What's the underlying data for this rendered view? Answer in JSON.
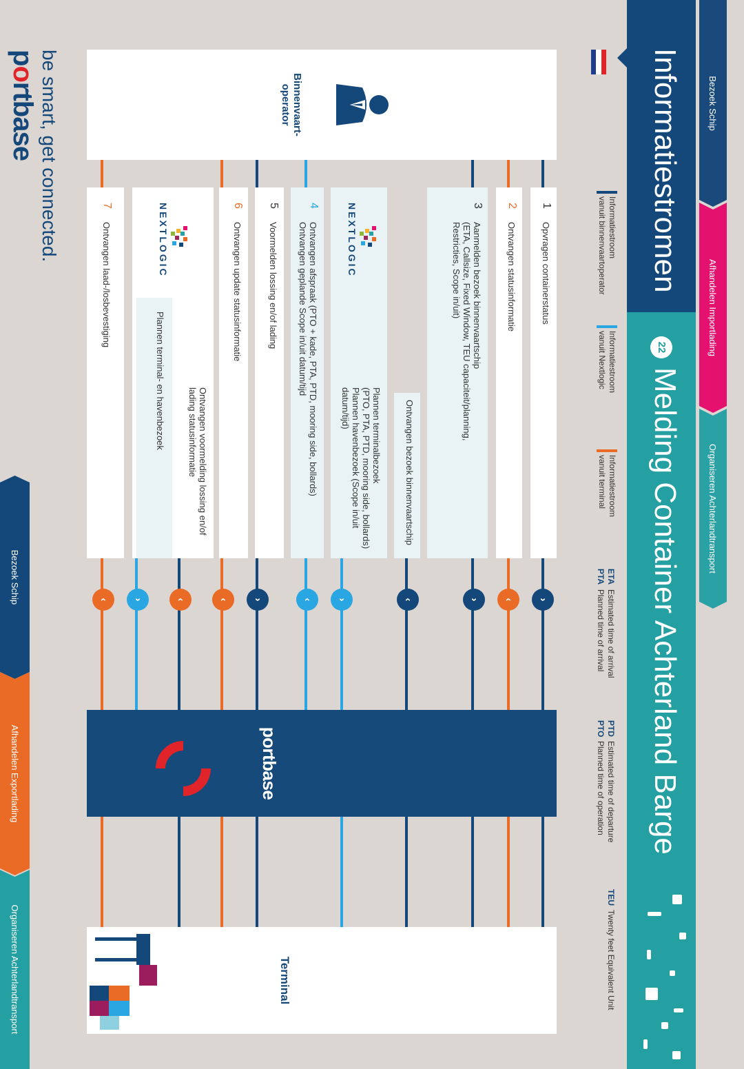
{
  "phases_top": [
    "Bezoek Schip",
    "Afhandelen Importlading",
    "Organiseren Achterlandtransport"
  ],
  "phases_bottom": [
    "Bezoek Schip",
    "Afhandelen Exportlading",
    "Organiseren Achterlandtransport"
  ],
  "header": {
    "left_title": "Informatiestromen",
    "badge": "22",
    "right_title": "Melding Container Achterland Barge"
  },
  "legend": [
    {
      "line1": "Informatiestroom",
      "line2": "vanuit binnenvaartoperator",
      "color": "#15487a"
    },
    {
      "line1": "Informatiestroom",
      "line2": "vanuit Nextlogic",
      "color": "#2aa7e2"
    },
    {
      "line1": "Informatiestroom",
      "line2": "vanuit terminal",
      "color": "#e96b25"
    }
  ],
  "abbreviations": [
    {
      "abbr": "ETA",
      "text": "Estimated time of arrival"
    },
    {
      "abbr": "PTA",
      "text": "Planned time of arrival"
    },
    {
      "abbr": "PTD",
      "text": "Estimated time of departure"
    },
    {
      "abbr": "PTO",
      "text": "Planned time of operation"
    },
    {
      "abbr": "TEU",
      "text": "Twenty feet Equivalent Unit"
    }
  ],
  "actors": {
    "binnenvaart": "Binnenvaart-\noperator",
    "portbase": "portbase",
    "terminal": "Terminal",
    "nextlogic": "NEXTLOGIC"
  },
  "steps": [
    {
      "num": "1",
      "text": "Opvragen containerstatus"
    },
    {
      "num": "2",
      "text": "Ontvangen statusinformatie"
    },
    {
      "num": "3",
      "text": "Aanmelden bezoek binnenvaartschip\n(ETA, Callsize, Fixed Window, TEU capaciteit/planning,\nRestricties, Scope in/uit)"
    },
    {
      "num": "",
      "text": "Ontvangen bezoek binnenvaartschip"
    },
    {
      "num": "",
      "text": "Plannen terminalbezoek\n(PTO, PTA, PTD, mooring side, bollards)\nPlannen havenbezoek (Scope in/uit datum/tijd)"
    },
    {
      "num": "4",
      "text": "Ontvangen afspraak (PTO + kade, PTA, PTD, mooring side, bollards)\nOntvangen geplande Scope in/uit datum/tijd"
    },
    {
      "num": "5",
      "text": "Voormelden lossing en/of lading"
    },
    {
      "num": "6",
      "text": "Ontvangen update statusinformatie"
    },
    {
      "num": "",
      "text": "Ontvangen voormelding lossing en/of\nlading statusinformatie"
    },
    {
      "num": "",
      "text": "Plannen terminal- en havenbezoek"
    },
    {
      "num": "7",
      "text": "Ontvangen laad-/losbevestiging"
    }
  ],
  "footer": {
    "slogan": "be smart, get connected.",
    "logo_pre": "p",
    "logo_o": "o",
    "logo_post": "rtbase"
  }
}
